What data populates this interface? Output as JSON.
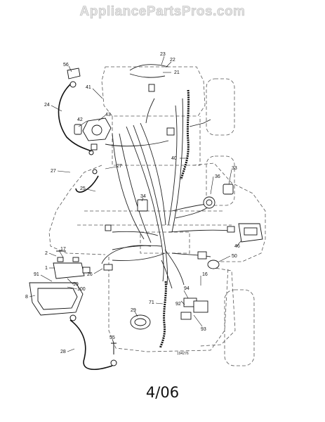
{
  "watermark": "AppliancePartsPros.com",
  "diagram_number": "194276",
  "page_label": "4/06",
  "callouts": {
    "c23": "23",
    "c22": "22",
    "c21": "21",
    "c56": "56",
    "c41": "41",
    "c24": "24",
    "c43": "43",
    "c42": "42",
    "c40": "40",
    "c27a": "27",
    "c27b": "27",
    "c36": "36",
    "c33": "33",
    "c25": "25",
    "c34": "34",
    "c46": "46",
    "c50": "50",
    "c2": "2",
    "c17": "17",
    "c1": "1",
    "c26": "26",
    "c91": "91",
    "c99": "99",
    "c100": "100",
    "c8": "8",
    "c16": "16",
    "c94": "94",
    "c92": "92",
    "c71": "71",
    "c93": "93",
    "c29": "29",
    "c55": "55",
    "c28": "28"
  }
}
